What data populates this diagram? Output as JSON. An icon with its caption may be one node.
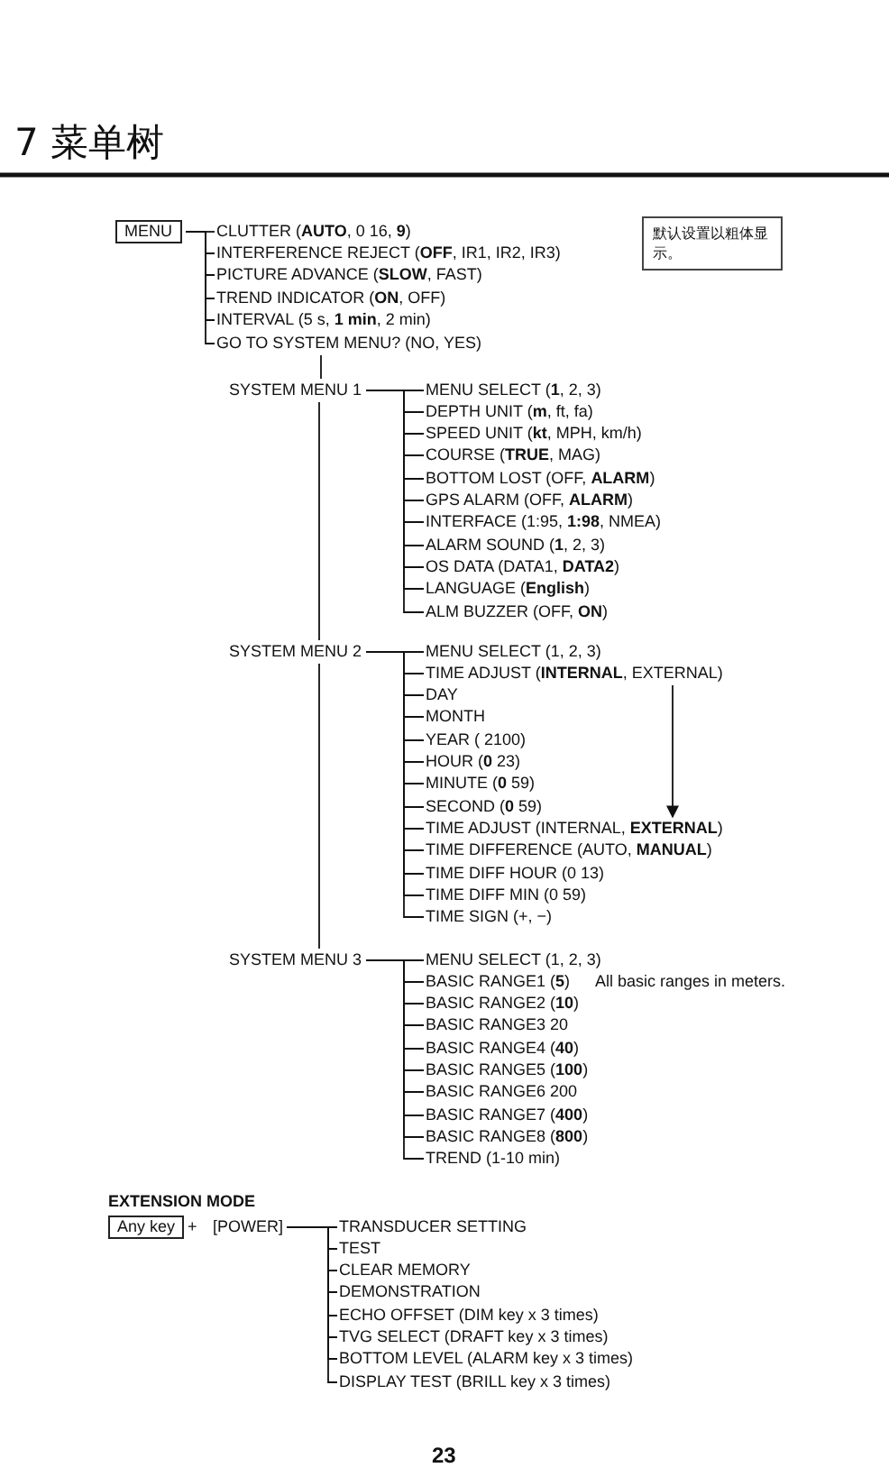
{
  "diagram": {
    "title": "7 菜单树",
    "nodes": [
      {
        "text": [
          "MENU"
        ]
      },
      {
        "text": [
          "CLUTTER (**AUTO**, 0 16, **9**)"
        ]
      },
      {
        "text": [
          "INTERFERENCE REJECT (**OFF**, IR1, IR2, IR3)"
        ]
      },
      {
        "text": [
          "PICTURE ADVANCE (**SLOW**, FAST)"
        ]
      },
      {
        "text": [
          "TREND INDICATOR (**ON**, OFF)"
        ]
      },
      {
        "text": [
          "INTERVAL (5 s, **1 min**, 2 min)"
        ]
      },
      {
        "text": [
          "GO TO SYSTEM MENU? (NO, YES)"
        ]
      },
      {
        "text": [
          "SYSTEM MENU 1"
        ]
      },
      {
        "text": [
          "MENU SELECT (**1**, 2, 3)"
        ]
      },
      {
        "text": [
          "DEPTH UNIT (**m**, ft, fa)"
        ]
      },
      {
        "text": [
          "SPEED UNIT (**kt**, MPH, km/h)"
        ]
      },
      {
        "text": [
          "COURSE (**TRUE**, MAG)"
        ]
      },
      {
        "text": [
          "BOTTOM LOST (OFF, **ALARM**)"
        ]
      },
      {
        "text": [
          "GPS ALARM (OFF, **ALARM**)"
        ]
      },
      {
        "text": [
          "INTERFACE (1:95, **1:98**, NMEA)"
        ]
      },
      {
        "text": [
          "ALARM SOUND (**1**, 2, 3)"
        ]
      },
      {
        "text": [
          "OS DATA (DATA1, **DATA2**)"
        ]
      },
      {
        "text": [
          "LANGUAGE (**English**)"
        ]
      },
      {
        "text": [
          "ALM BUZZER (OFF, **ON**)"
        ]
      },
      {
        "text": [
          "SYSTEM MENU 2"
        ]
      },
      {
        "text": [
          "MENU SELECT (1, 2, 3)"
        ]
      },
      {
        "text": [
          "TIME ADJUST (**INTERNAL**, EXTERNAL)"
        ]
      },
      {
        "text": [
          "DAY"
        ]
      },
      {
        "text": [
          "MONTH"
        ]
      },
      {
        "text": [
          "YEAR (  2100)"
        ]
      },
      {
        "text": [
          "HOUR (**0** 23)"
        ]
      },
      {
        "text": [
          "MINUTE (**0** 59)"
        ]
      },
      {
        "text": [
          "SECOND (**0** 59)"
        ]
      },
      {
        "text": [
          "TIME ADJUST (INTERNAL, **EXTERNAL**)"
        ]
      },
      {
        "text": [
          "TIME DIFFERENCE (AUTO, **MANUAL**)"
        ]
      },
      {
        "text": [
          "TIME DIFF HOUR (0 13)"
        ]
      },
      {
        "text": [
          "TIME DIFF MIN (0 59)"
        ]
      },
      {
        "text": [
          "TIME SIGN (+, −)"
        ]
      },
      {
        "text": [
          "SYSTEM MENU 3"
        ]
      },
      {
        "text": [
          "MENU SELECT (1, 2, 3)"
        ]
      },
      {
        "text": [
          "BASIC RANGE1 (**5**)"
        ]
      },
      {
        "text": [
          "BASIC RANGE2 (**10**)"
        ]
      },
      {
        "text": [
          "BASIC RANGE3 20"
        ]
      },
      {
        "text": [
          "BASIC RANGE4 (**40**)"
        ]
      },
      {
        "text": [
          "BASIC RANGE5 (**100**)"
        ]
      },
      {
        "text": [
          "BASIC RANGE6 200"
        ]
      },
      {
        "text": [
          "BASIC RANGE7 (**400**)"
        ]
      },
      {
        "text": [
          "BASIC RANGE8 (**800**)"
        ]
      },
      {
        "text": [
          "TREND (1-10 min)"
        ]
      },
      {
        "text": [
          "Any key"
        ]
      },
      {
        "text": [
          "[POWER]"
        ]
      },
      {
        "text": [
          "TRANSDUCER SETTING"
        ]
      },
      {
        "text": [
          "TEST"
        ]
      },
      {
        "text": [
          "CLEAR MEMORY"
        ]
      },
      {
        "text": [
          "DEMONSTRATION"
        ]
      },
      {
        "text": [
          "ECHO OFFSET (DIM key x 3 times)"
        ]
      },
      {
        "text": [
          "TVG SELECT (DRAFT key x 3 times)"
        ]
      },
      {
        "text": [
          "BOTTOM LEVEL (ALARM key x 3 times)"
        ]
      },
      {
        "text": [
          "DISPLAY TEST (BRILL key x 3 times)"
        ]
      },
      {
        "text": [
          "默认设置以粗体显示。"
        ]
      }
    ],
    "edges": [
      {
        "from": 0,
        "to": 1,
        "arrow": "none"
      },
      {
        "from": 0,
        "to": 2,
        "arrow": "none"
      },
      {
        "from": 0,
        "to": 3,
        "arrow": "none"
      },
      {
        "from": 0,
        "to": 4,
        "arrow": "none"
      },
      {
        "from": 0,
        "to": 5,
        "arrow": "none"
      },
      {
        "from": 0,
        "to": 6,
        "arrow": "none"
      },
      {
        "from": 6,
        "to": 7,
        "arrow": "none"
      },
      {
        "from": 7,
        "to": 8,
        "arrow": "none"
      },
      {
        "from": 7,
        "to": 9,
        "arrow": "none"
      },
      {
        "from": 7,
        "to": 10,
        "arrow": "none"
      },
      {
        "from": 7,
        "to": 11,
        "arrow": "none"
      },
      {
        "from": 7,
        "to": 12,
        "arrow": "none"
      },
      {
        "from": 7,
        "to": 13,
        "arrow": "none"
      },
      {
        "from": 7,
        "to": 14,
        "arrow": "none"
      },
      {
        "from": 7,
        "to": 15,
        "arrow": "none"
      },
      {
        "from": 7,
        "to": 16,
        "arrow": "none"
      },
      {
        "from": 7,
        "to": 17,
        "arrow": "none"
      },
      {
        "from": 7,
        "to": 18,
        "arrow": "none"
      },
      {
        "from": 7,
        "to": 19,
        "arrow": "none"
      },
      {
        "from": 19,
        "to": 20,
        "arrow": "none"
      },
      {
        "from": 19,
        "to": 21,
        "arrow": "none"
      },
      {
        "from": 19,
        "to": 22,
        "arrow": "none"
      },
      {
        "from": 19,
        "to": 23,
        "arrow": "none"
      },
      {
        "from": 19,
        "to": 24,
        "arrow": "none"
      },
      {
        "from": 19,
        "to": 25,
        "arrow": "none"
      },
      {
        "from": 19,
        "to": 26,
        "arrow": "none"
      },
      {
        "from": 19,
        "to": 27,
        "arrow": "none"
      },
      {
        "from": 19,
        "to": 28,
        "arrow": "none"
      },
      {
        "from": 19,
        "to": 29,
        "arrow": "none"
      },
      {
        "from": 19,
        "to": 30,
        "arrow": "none"
      },
      {
        "from": 19,
        "to": 31,
        "arrow": "none"
      },
      {
        "from": 19,
        "to": 32,
        "arrow": "none"
      },
      {
        "from": 21,
        "to": 28,
        "arrow": "to"
      },
      {
        "from": 19,
        "to": 33,
        "arrow": "none"
      },
      {
        "from": 33,
        "to": 34,
        "arrow": "none"
      },
      {
        "from": 33,
        "to": 35,
        "arrow": "none"
      },
      {
        "from": 33,
        "to": 36,
        "arrow": "none"
      },
      {
        "from": 33,
        "to": 37,
        "arrow": "none"
      },
      {
        "from": 33,
        "to": 38,
        "arrow": "none"
      },
      {
        "from": 33,
        "to": 39,
        "arrow": "none"
      },
      {
        "from": 33,
        "to": 40,
        "arrow": "none"
      },
      {
        "from": 33,
        "to": 41,
        "arrow": "none"
      },
      {
        "from": 33,
        "to": 42,
        "arrow": "none"
      },
      {
        "from": 33,
        "to": 43,
        "arrow": "none"
      },
      {
        "from": 45,
        "to": 46,
        "arrow": "none"
      },
      {
        "from": 45,
        "to": 47,
        "arrow": "none"
      },
      {
        "from": 45,
        "to": 48,
        "arrow": "none"
      },
      {
        "from": 45,
        "to": 49,
        "arrow": "none"
      },
      {
        "from": 45,
        "to": 50,
        "arrow": "none"
      },
      {
        "from": 45,
        "to": 51,
        "arrow": "none"
      },
      {
        "from": 45,
        "to": 52,
        "arrow": "none"
      },
      {
        "from": 45,
        "to": 53,
        "arrow": "none"
      }
    ],
    "labels": [
      "All basic ranges in meters.",
      "EXTENSION MODE",
      "+",
      "23"
    ]
  }
}
